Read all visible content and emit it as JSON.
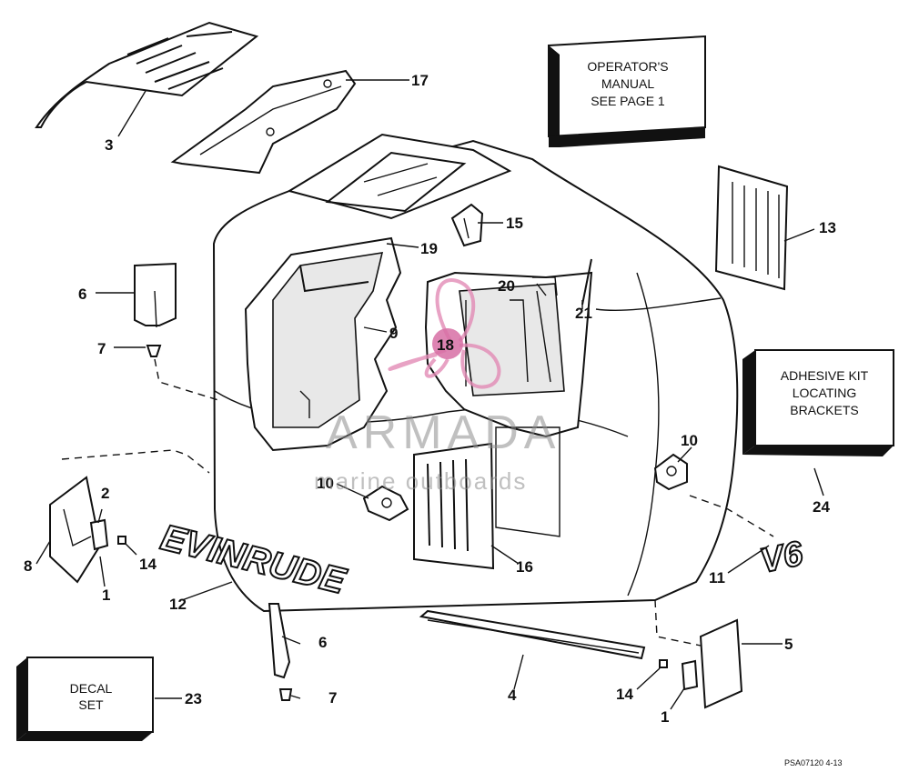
{
  "boxes": {
    "operators_manual": [
      "OPERATOR'S",
      "MANUAL",
      "SEE PAGE 1"
    ],
    "adhesive_kit": [
      "ADHESIVE KIT",
      "LOCATING",
      "BRACKETS"
    ],
    "decal_set": [
      "DECAL",
      "SET"
    ]
  },
  "decals": {
    "brand": "EVINRUDE",
    "model": "V6"
  },
  "watermark": {
    "name": "ARMADA",
    "tagline": "marine outboards"
  },
  "labels": {
    "p1a": "1",
    "p1b": "1",
    "p2": "2",
    "p3": "3",
    "p4": "4",
    "p5": "5",
    "p6a": "6",
    "p6b": "6",
    "p7a": "7",
    "p7b": "7",
    "p8": "8",
    "p9": "9",
    "p10a": "10",
    "p10b": "10",
    "p11": "11",
    "p12": "12",
    "p13": "13",
    "p14a": "14",
    "p14b": "14",
    "p15": "15",
    "p16": "16",
    "p17": "17",
    "p18": "18",
    "p19": "19",
    "p20": "20",
    "p21": "21",
    "p23": "23",
    "p24": "24"
  },
  "figure_code": "PSA07120 4-13"
}
